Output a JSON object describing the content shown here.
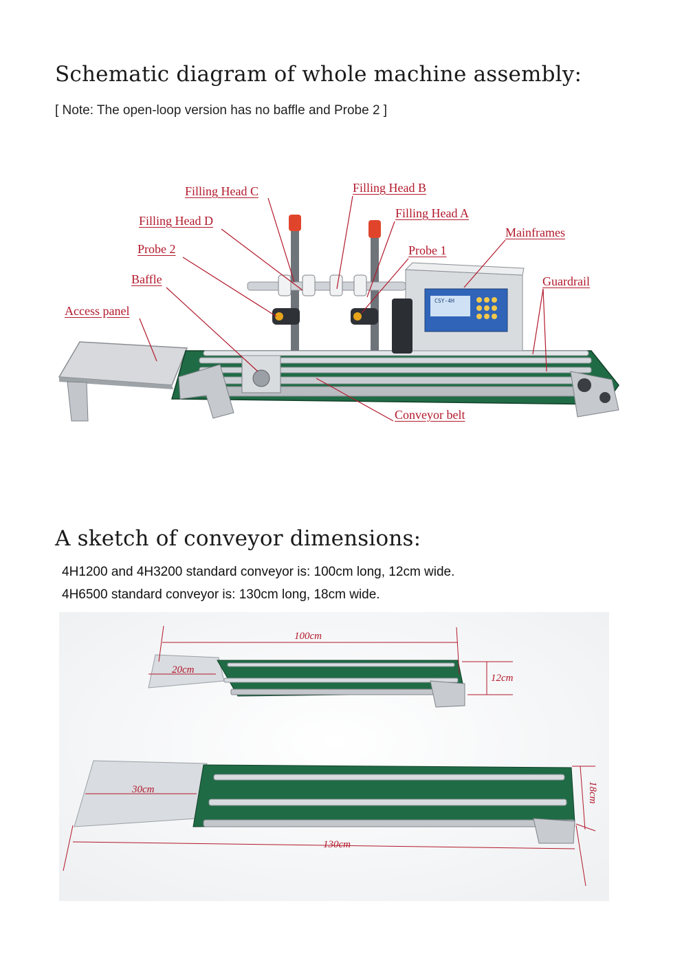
{
  "section1": {
    "heading": "Schematic diagram of whole machine assembly:",
    "note": "[ Note: The open-loop version has no baffle and Probe 2 ]",
    "labels": {
      "filling_head_c": "Filling Head C",
      "filling_head_b": "Filling Head B",
      "filling_head_a": "Filling Head A",
      "filling_head_d": "Filling Head D",
      "mainframes": "Mainframes",
      "probe_2": "Probe 2",
      "probe_1": "Probe 1",
      "baffle": "Baffle",
      "guardrail": "Guardrail",
      "access_panel": "Access panel",
      "conveyor_belt": "Conveyor belt"
    },
    "panel_screen_text": "CSY-4H"
  },
  "section2": {
    "heading": "A sketch of conveyor dimensions:",
    "spec_line_1": "4H1200 and 4H3200 standard conveyor is: 100cm long, 12cm wide.",
    "spec_line_2": "4H6500 standard conveyor is: 130cm long, 18cm wide.",
    "small_conveyor": {
      "length": "100cm",
      "width": "12cm",
      "panel": "20cm"
    },
    "large_conveyor": {
      "length": "130cm",
      "width": "18cm",
      "panel": "30cm"
    }
  },
  "colors": {
    "label_red": "#b2182b",
    "belt_green": "#1f6b45",
    "aluminium": "#c9cdd1"
  }
}
